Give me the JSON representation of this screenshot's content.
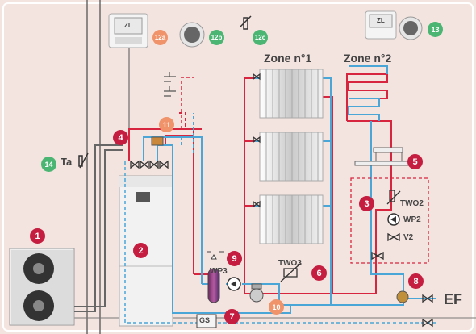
{
  "labels": {
    "zone1": "Zone n°1",
    "zone2": "Zone n°2",
    "ta": "Ta",
    "two2": "TWO2",
    "wp2": "WP2",
    "v2": "V2",
    "wp3": "WP3",
    "two3": "TWO3",
    "ef": "EF",
    "gs": "GS",
    "ctrl_12a": "ZL",
    "ctrl_13": "ZL"
  },
  "badges": {
    "b1": "1",
    "b2": "2",
    "b3": "3",
    "b4": "4",
    "b5": "5",
    "b6": "6",
    "b7": "7",
    "b8": "8",
    "b9": "9",
    "b10": "10",
    "b11": "11",
    "b12a": "12a",
    "b12b": "12b",
    "b12c": "12c",
    "b13": "13",
    "b14": "14"
  },
  "colors": {
    "hot": "#d8253f",
    "cold": "#4aa6d6",
    "badge_red": "#c41d3f",
    "badge_orange": "#f0926a",
    "badge_green": "#4bb673",
    "background": "#f4e4df"
  }
}
